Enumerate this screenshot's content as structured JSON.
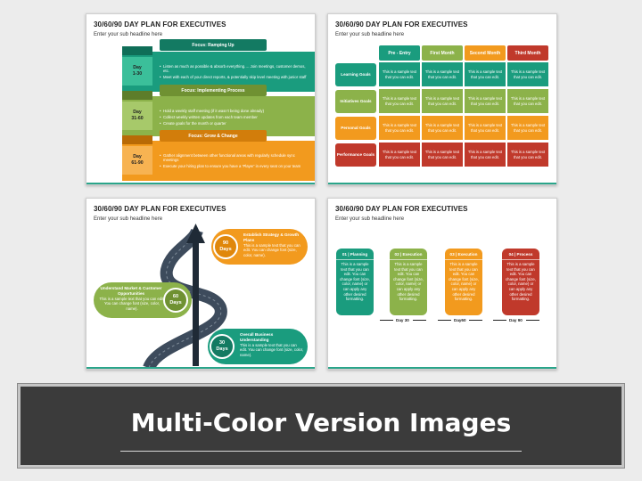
{
  "colors": {
    "teal": "#1a9c7e",
    "green": "#8cb24a",
    "orange": "#f29a1e",
    "red": "#c0392b",
    "dark": "#3b3b3b"
  },
  "slide1": {
    "title": "30/60/90 DAY PLAN FOR EXECUTIVES",
    "subtitle": "Enter your sub headline here",
    "bands": [
      {
        "focus": "Focus: Ramping Up",
        "day": "Day",
        "range": "1-30",
        "bullets": [
          "Listen as much as possible & absorb everything…. Join meetings, customer demos, etc.",
          "Meet with each of your direct reports, & potentially skip level meeting with junior staff"
        ]
      },
      {
        "focus": "Focus: Implementing Process",
        "day": "Day",
        "range": "31-60",
        "bullets": [
          "Hold a weekly staff meeting (if it wasn't being done already)",
          "Collect weekly written updates from each team member",
          "Create goals for the month or quarter"
        ]
      },
      {
        "focus": "Focus: Grow & Change",
        "day": "Day",
        "range": "61-90",
        "bullets": [
          "Gather alignment between other functional areas with regularly schedule sync meetings",
          "Execute your hiring plan to ensure you have a 'Player' in every seat on your team"
        ]
      }
    ]
  },
  "slide2": {
    "title": "30/60/90 DAY PLAN FOR EXECUTIVES",
    "subtitle": "Enter your sub headline here",
    "headers": [
      "Pre - Entry",
      "First Month",
      "Second Month",
      "Third Month"
    ],
    "rows": [
      "Learning Goals",
      "Initiatives Goals",
      "Personal Goals",
      "Performance Goals"
    ],
    "cell_text": "This is a sample text that you can edit."
  },
  "slide3": {
    "title": "30/60/90 DAY PLAN FOR EXECUTIVES",
    "subtitle": "Enter your sub headline here",
    "milestones": [
      {
        "num": "90",
        "unit": "Days",
        "title": "Establish Strategy & Growth Plans",
        "text": "This is a sample text that you can edit. You can change font (size, color, name)."
      },
      {
        "num": "60",
        "unit": "Days",
        "title": "Understand Market & Customer Opportunities",
        "text": "This is a sample text that you can edit. You can change font (size, color, name)."
      },
      {
        "num": "30",
        "unit": "Days",
        "title": "Overall Business Understanding",
        "text": "This is a sample text that you can edit. You can change font (size, color, name)."
      }
    ]
  },
  "slide4": {
    "title": "30/60/90 DAY PLAN FOR EXECUTIVES",
    "subtitle": "Enter your sub headline here",
    "phases": [
      {
        "label": "01 | Planning",
        "text": "This is a sample text that you can edit. You can change font (size, color, name) or can apply any other desired formatting."
      },
      {
        "label": "02 | Execution",
        "text": "This is a sample text that you can edit. You can change font (size, color, name) or can apply any other desired formatting."
      },
      {
        "label": "03 | Execution",
        "text": "This is a sample text that you can edit. You can change font (size, color, name) or can apply any other desired formatting."
      },
      {
        "label": "04 | Process",
        "text": "This is a sample text that you can edit. You can change font (size, color, name) or can apply any other desired formatting."
      }
    ],
    "timeline": [
      "Day 30",
      "Day60",
      "Day 90"
    ]
  },
  "banner": {
    "title": "Multi-Color Version Images"
  }
}
